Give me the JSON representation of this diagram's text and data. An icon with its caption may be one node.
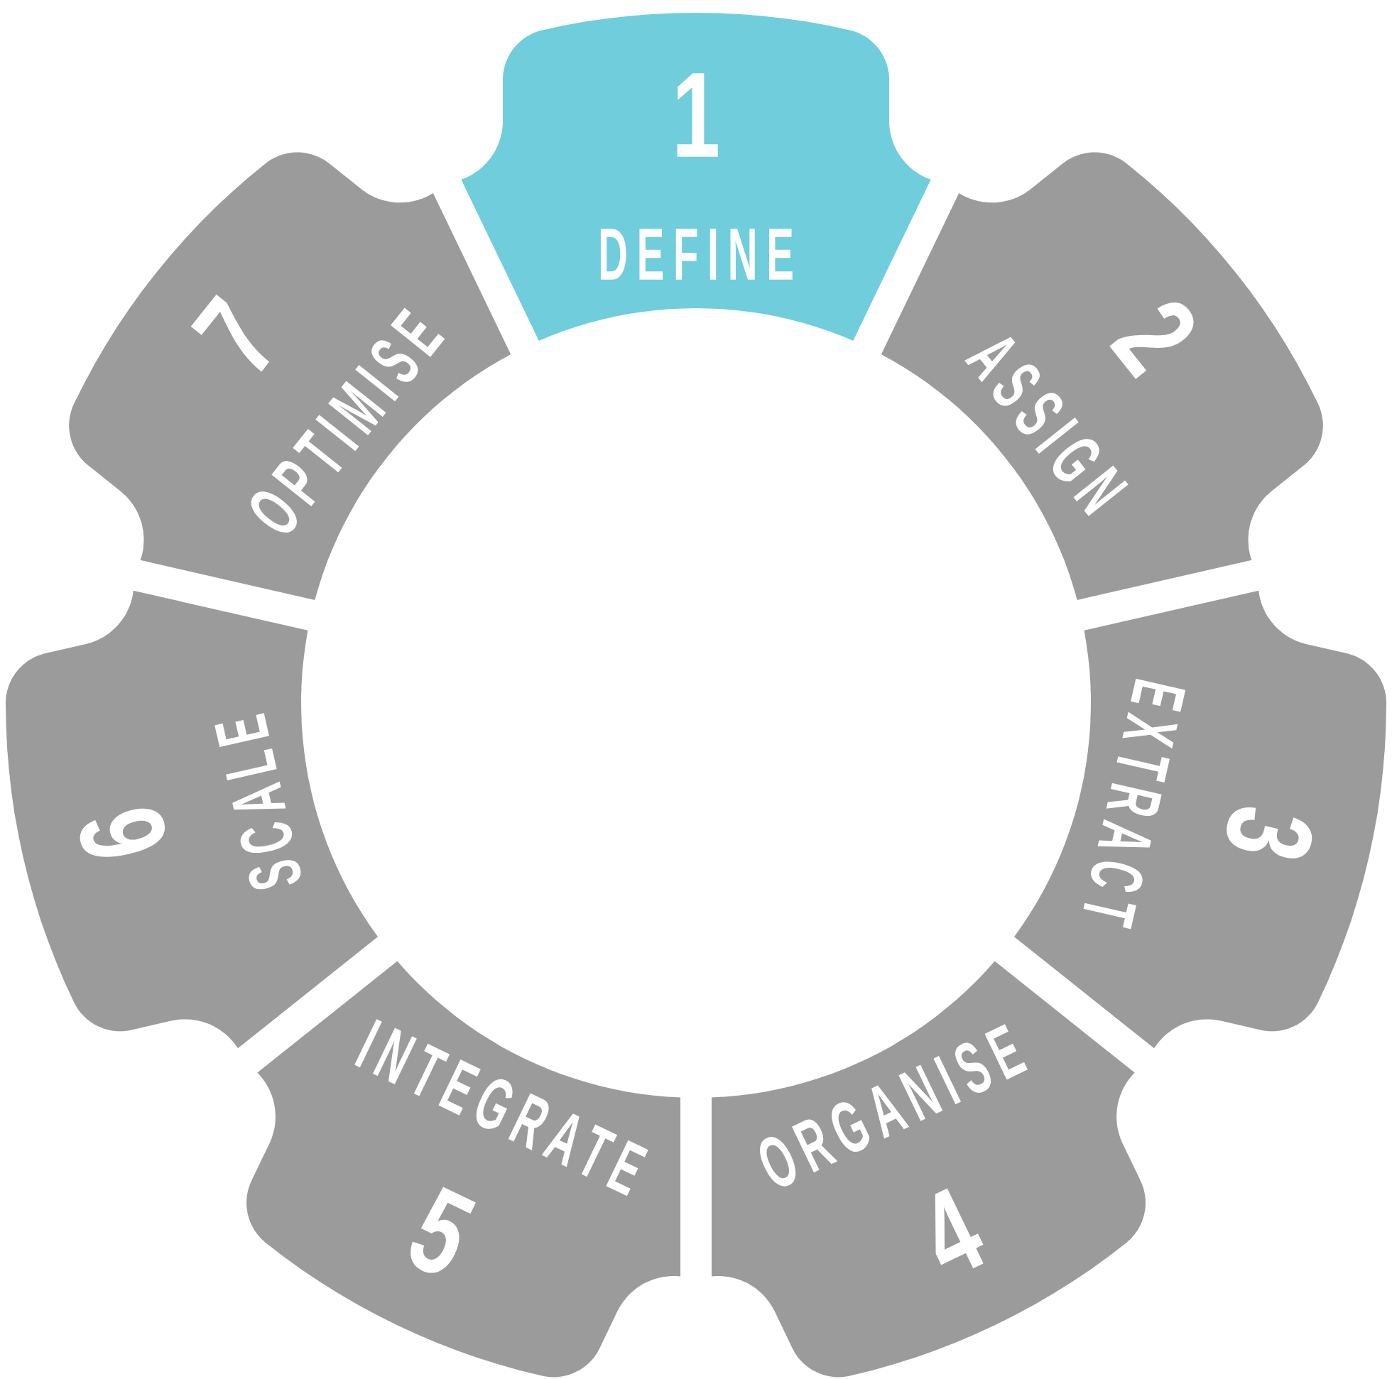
{
  "diagram": {
    "nodes": [
      {
        "text": [
          "1",
          "DEFINE"
        ]
      },
      {
        "text": [
          "2",
          "ASSIGN"
        ]
      },
      {
        "text": [
          "3",
          "EXTRACT"
        ]
      },
      {
        "text": [
          "4",
          "ORGANISE"
        ]
      },
      {
        "text": [
          "5",
          "INTEGRATE"
        ]
      },
      {
        "text": [
          "6",
          "SCALE"
        ]
      },
      {
        "text": [
          "7",
          "OPTIMISE"
        ]
      }
    ]
  }
}
